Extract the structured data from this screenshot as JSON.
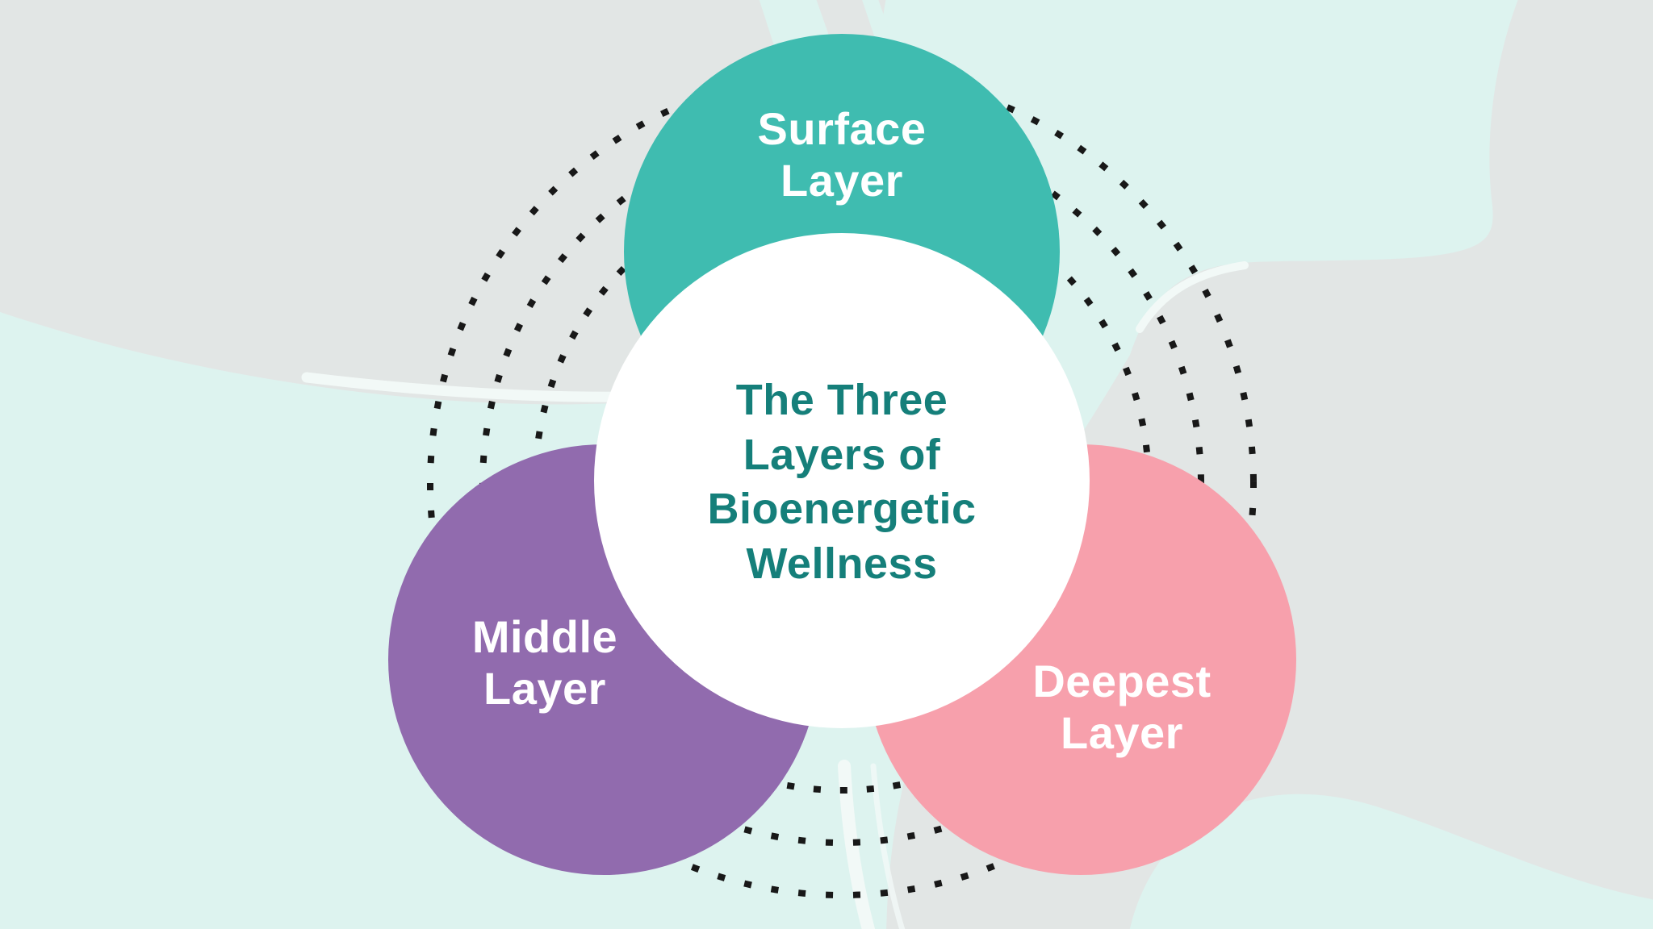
{
  "diagram": {
    "title": "The Three\nLayers of\nBioenergetic\nWellness",
    "title_color": "#157F7A",
    "center_circle_color": "#FFFFFF",
    "label_color": "#FFFFFF",
    "circles": [
      {
        "id": "surface",
        "label": "Surface\nLayer",
        "color": "#3FBCB0",
        "position": "top"
      },
      {
        "id": "middle",
        "label": "Middle\nLayer",
        "color": "#916BAE",
        "position": "bottom-left"
      },
      {
        "id": "deepest",
        "label": "Deepest\nLayer",
        "color": "#F7A0AC",
        "position": "bottom-right"
      }
    ],
    "dotted_rings": {
      "count": 3,
      "dot_color": "#181818"
    }
  },
  "background": {
    "base_color": "#DDF3EF",
    "blob_color": "#E2E6E5",
    "swoosh_color": "#F2F9F7"
  }
}
